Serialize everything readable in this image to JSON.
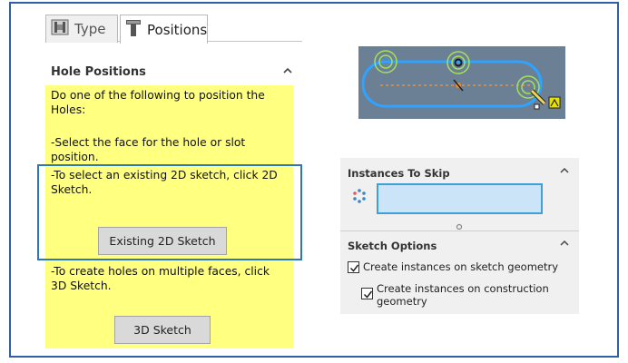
{
  "tabs": [
    {
      "label": "Type",
      "icon": "hole-type-icon"
    },
    {
      "label": "Positions",
      "icon": "hole-positions-icon"
    }
  ],
  "hole_positions": {
    "title": "Hole Positions",
    "collapse_icon": "chevron-up-icon",
    "intro": "Do one of the following to position the Holes:",
    "step_face": "-Select the face for the hole or slot position.",
    "step_2d": "-To select an existing 2D sketch, click  2D Sketch.",
    "button_2d": "Existing 2D Sketch",
    "step_3d": "-To create holes on multiple faces, click 3D Sketch.",
    "button_3d": "3D Sketch"
  },
  "instances_to_skip": {
    "title": "Instances To Skip",
    "icon": "skip-instances-icon",
    "value": ""
  },
  "sketch_options": {
    "title": "Sketch Options",
    "options": [
      {
        "label": "Create instances on sketch geometry",
        "checked": true
      },
      {
        "label": "Create instances on construction geometry",
        "checked": true
      }
    ]
  },
  "colors": {
    "frame_border": "#2e5fa7",
    "highlight_border": "#2e78b7",
    "help_background": "#ffff80",
    "preview_background": "#6b7f95",
    "sketch_outline": "#2ea3ff",
    "construction_line": "#ff8c1a",
    "hole_marker": "#a6e05a",
    "field_background": "#cce4f7"
  }
}
